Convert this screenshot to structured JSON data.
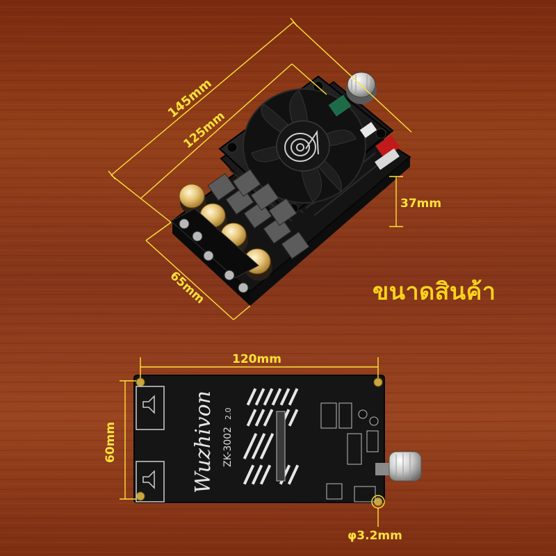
{
  "heading": "ขนาดสินค้า",
  "dimensions": {
    "length_outer": "145mm",
    "length_inner": "125mm",
    "height": "37mm",
    "width_top": "65mm",
    "width_bottom": "120mm",
    "depth_bottom": "60mm",
    "hole": "φ3.2mm"
  },
  "board": {
    "brand": "Wuzhivon",
    "model": "ZK-3002",
    "version": "2.0"
  },
  "colors": {
    "wood": "#8a3414",
    "dimension": "#ffe23a",
    "heading": "#ffd21c",
    "pcb": "#151515"
  }
}
